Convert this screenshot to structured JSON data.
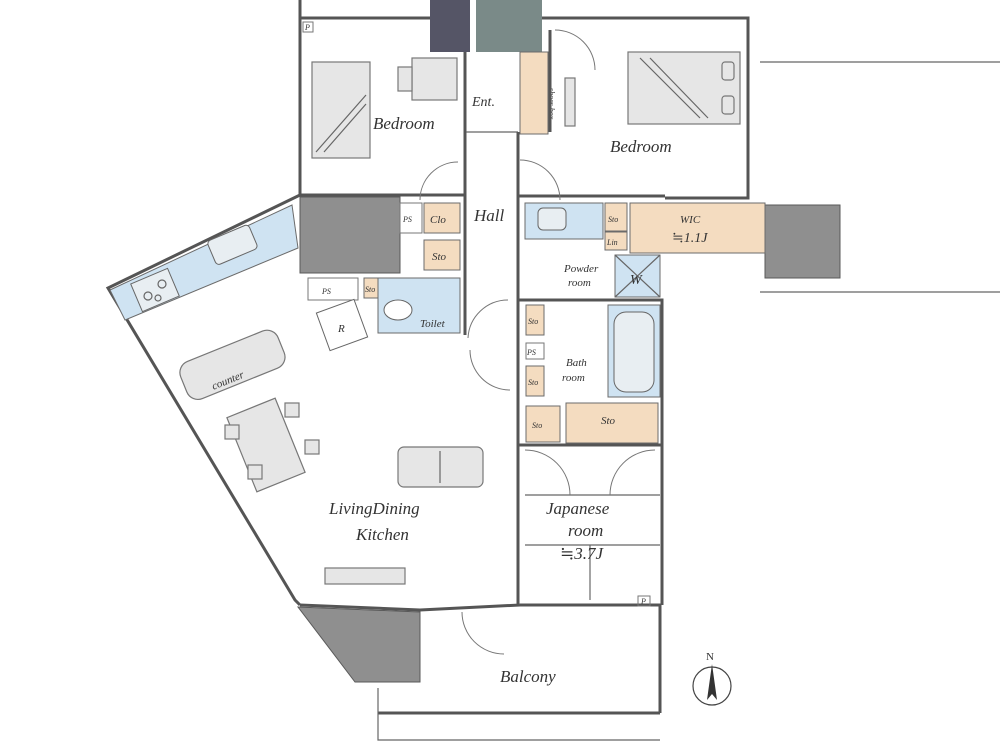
{
  "rooms": {
    "bedroom_west": "Bedroom",
    "bedroom_east": "Bedroom",
    "entrance": "Ent.",
    "shoes_box": "shoes box",
    "hall": "Hall",
    "wic": "WIC",
    "wic_size": "≒1.1J",
    "closet": "Clo",
    "storage": "Sto",
    "linen": "Lin",
    "pipe_space": "PS",
    "refrigerator": "R",
    "toilet": "Toilet",
    "powder_room_line1": "Powder",
    "powder_room_line2": "room",
    "washer": "W",
    "bath_room_line1": "Bath",
    "bath_room_line2": "room",
    "ldk_line1": "LivingDining",
    "ldk_line2": "Kitchen",
    "counter": "counter",
    "japanese_line1": "Japanese",
    "japanese_line2": "room",
    "japanese_size": "≒3.7J",
    "balcony": "Balcony",
    "pillar_marker": "P",
    "north": "N"
  },
  "colors": {
    "wall": "#555555",
    "storage_fill": "#f4dcc0",
    "wet_area_fill": "#cfe3f2",
    "shaft_fill": "#8f8f8f",
    "furniture_fill": "#e6e6e6"
  }
}
